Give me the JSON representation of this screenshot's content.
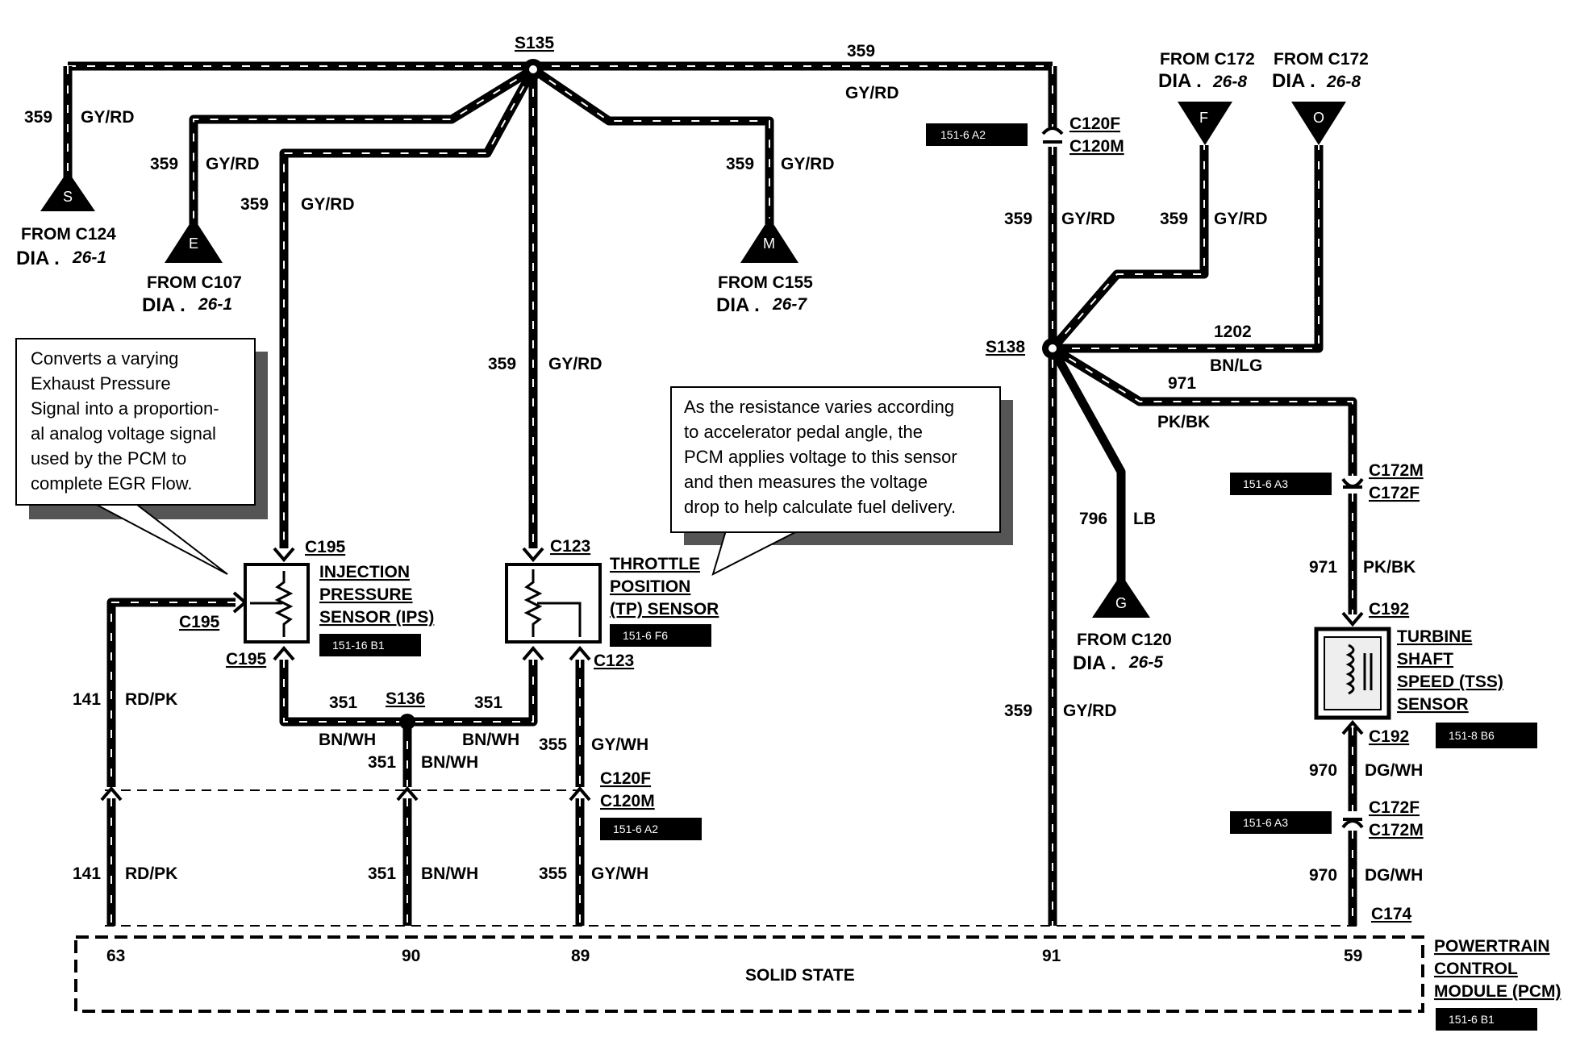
{
  "splices": {
    "s135": "S135",
    "s136": "S136",
    "s138": "S138"
  },
  "wires": {
    "w359": "359",
    "gy_rd": "GY/RD",
    "w141": "141",
    "rd_pk": "RD/PK",
    "w351": "351",
    "bn_wh": "BN/WH",
    "w355": "355",
    "gy_wh": "GY/WH",
    "w1202": "1202",
    "bn_lg": "BN/LG",
    "w971": "971",
    "pk_bk": "PK/BK",
    "w796": "796",
    "lb": "LB",
    "w970": "970",
    "dg_wh": "DG/WH"
  },
  "sources": {
    "s": {
      "letter": "S",
      "from": "FROM C124",
      "dia": "DIA .",
      "dia_num": "26-1"
    },
    "e": {
      "letter": "E",
      "from": "FROM C107",
      "dia": "DIA .",
      "dia_num": "26-1"
    },
    "m": {
      "letter": "M",
      "from": "FROM C155",
      "dia": "DIA .",
      "dia_num": "26-7"
    },
    "g": {
      "letter": "G",
      "from": "FROM C120",
      "dia": "DIA .",
      "dia_num": "26-5"
    },
    "f": {
      "letter": "F",
      "from": "FROM C172",
      "dia": "DIA .",
      "dia_num": "26-8"
    },
    "o": {
      "letter": "O",
      "from": "FROM C172",
      "dia": "DIA .",
      "dia_num": "26-8"
    }
  },
  "connectors": {
    "c120f": "C120F",
    "c120m": "C120M",
    "c195": "C195",
    "c123": "C123",
    "c172m": "C172M",
    "c172f": "C172F",
    "c192": "C192",
    "c174": "C174"
  },
  "refs": {
    "r_a2": "151-6 A2",
    "r_ips": "151-16 B1",
    "r_tp": "151-6 F6",
    "r_a3": "151-6 A3",
    "r_tss": "151-8 B6",
    "r_pcm": "151-6 B1"
  },
  "components": {
    "ips": [
      "INJECTION",
      "PRESSURE",
      "SENSOR (IPS)"
    ],
    "tp": [
      "THROTTLE",
      "POSITION",
      "(TP) SENSOR"
    ],
    "tss": [
      "TURBINE",
      "SHAFT",
      "SPEED (TSS)",
      "SENSOR"
    ],
    "pcm": [
      "POWERTRAIN",
      "CONTROL",
      "MODULE (PCM)"
    ],
    "pcm_inner": "SOLID STATE"
  },
  "pins": {
    "p63": "63",
    "p90": "90",
    "p89": "89",
    "p91": "91",
    "p59": "59"
  },
  "callouts": {
    "egr": [
      "Converts a varying",
      "Exhaust Pressure",
      "Signal into a proportion-",
      "al analog voltage signal",
      "used by the PCM to",
      "complete EGR Flow."
    ],
    "tp": [
      "As the resistance varies according",
      "to accelerator pedal angle, the",
      "PCM applies voltage to this sensor",
      "and then measures the voltage",
      "drop to help calculate fuel delivery."
    ]
  }
}
